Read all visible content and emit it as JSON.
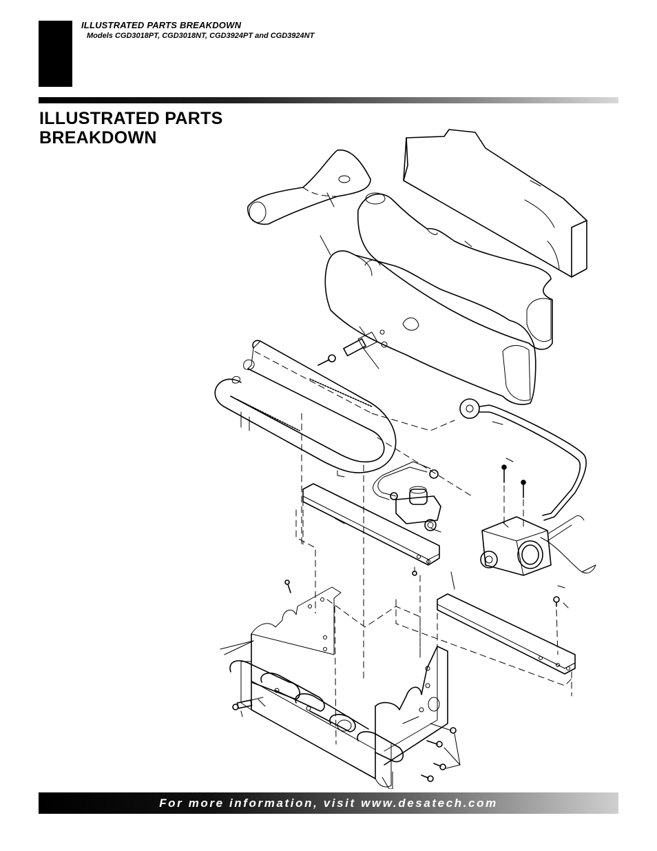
{
  "header": {
    "section_title": "ILLUSTRATED PARTS BREAKDOWN",
    "models": "Models CGD3018PT, CGD3018NT, CGD3924PT and CGD3924NT"
  },
  "page_heading": {
    "line1": "ILLUSTRATED PARTS",
    "line2": "BREAKDOWN"
  },
  "footer": {
    "text": "For more information, visit www.desatech.com"
  },
  "colors": {
    "ink": "#000000",
    "paper": "#ffffff"
  }
}
